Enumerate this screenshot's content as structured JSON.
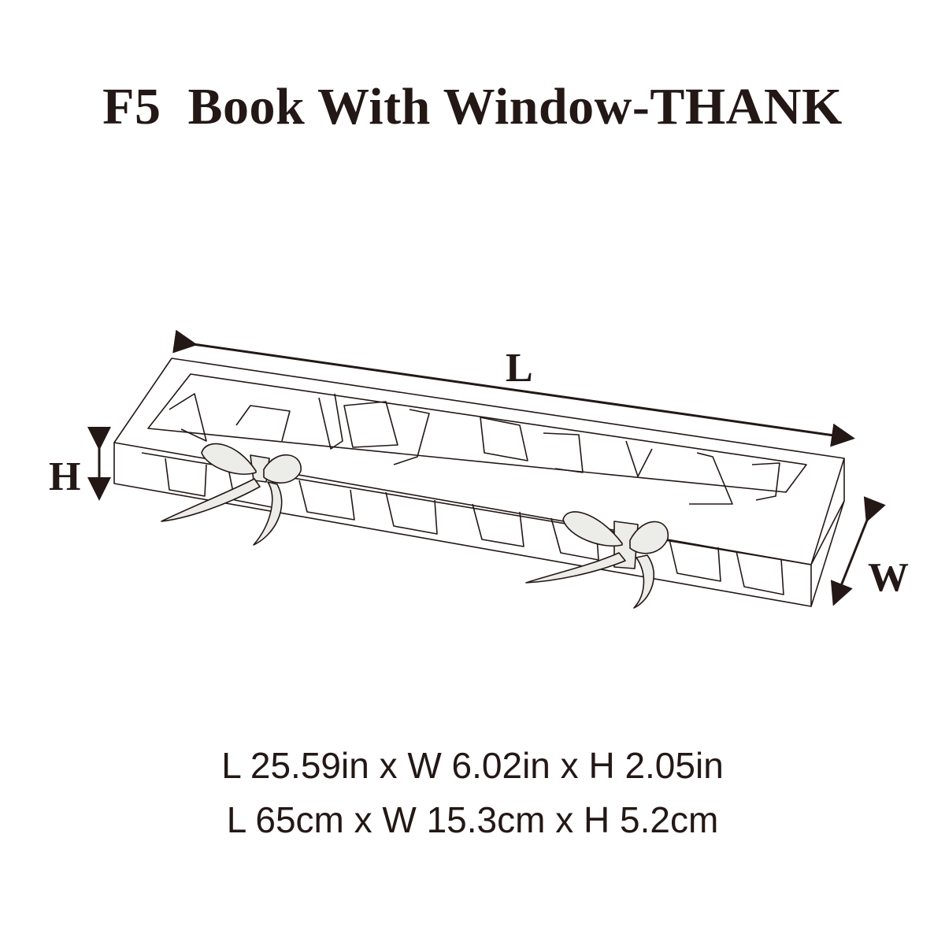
{
  "title": "F5  Book With Window-THANK",
  "diagram": {
    "labels": {
      "length": "L",
      "height": "H",
      "width": "W"
    }
  },
  "specs": {
    "imperial": "L 25.59in x W 6.02in x H 2.05in",
    "metric": "L 65cm x W 15.3cm x H 5.2cm"
  }
}
